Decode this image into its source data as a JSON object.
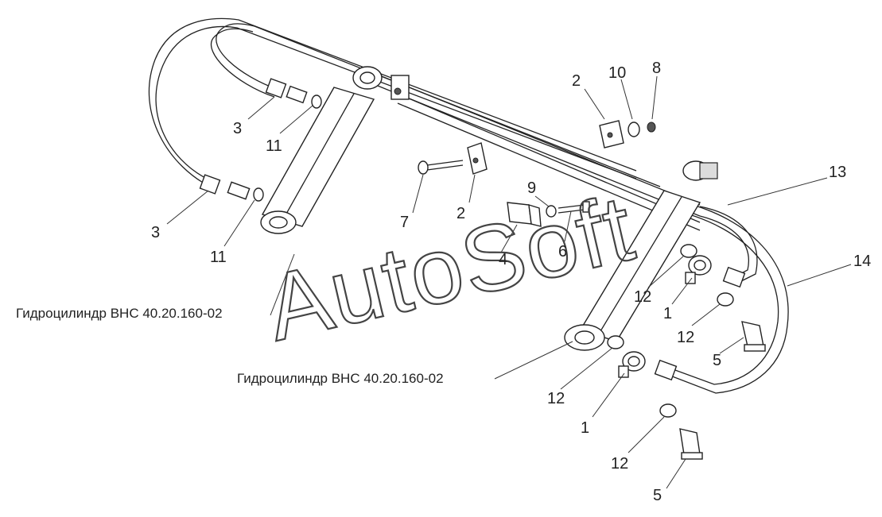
{
  "labels": {
    "l3a": "3",
    "l11a": "11",
    "l3b": "3",
    "l11b": "11",
    "l2a": "2",
    "l10": "10",
    "l8": "8",
    "l2b": "2",
    "l9": "9",
    "l7": "7",
    "l4": "4",
    "l6": "6",
    "l13": "13",
    "l14": "14",
    "l12a": "12",
    "l1a": "1",
    "l12b": "12",
    "l5a": "5",
    "l12c": "12",
    "l1b": "1",
    "l12d": "12",
    "l5b": "5"
  },
  "captions": {
    "cylinder_left": "Гидроцилиндр ВНС 40.20.160-02",
    "cylinder_right": "Гидроцилиндр ВНС 40.20.160-02"
  },
  "watermark": "AutoSoft"
}
